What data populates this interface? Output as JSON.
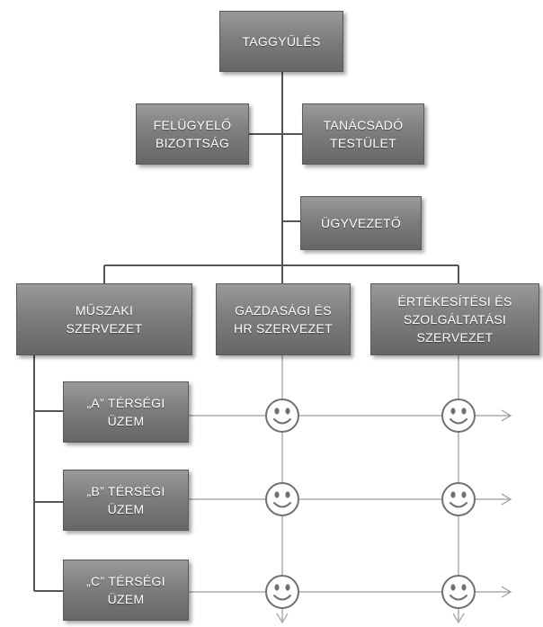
{
  "org_chart": {
    "top": {
      "lines": [
        "TAGGYŰLÉS"
      ]
    },
    "supervisory": {
      "lines": [
        "FELÜGYELŐ",
        "BIZOTTSÁG"
      ]
    },
    "advisory": {
      "lines": [
        "TANÁCSADÓ",
        "TESTÜLET"
      ]
    },
    "manager": {
      "lines": [
        "ÜGYVEZETŐ"
      ]
    },
    "divisions": [
      {
        "lines": [
          "MŰSZAKI",
          "SZERVEZET"
        ]
      },
      {
        "lines": [
          "GAZDASÁGI ÉS",
          "HR SZERVEZET"
        ]
      },
      {
        "lines": [
          "ÉRTÉKESÍTÉSI ÉS",
          "SZOLGÁLTATÁSI",
          "SZERVEZET"
        ]
      }
    ],
    "plants": [
      {
        "lines": [
          "„A” TÉRSÉGI",
          "ÜZEM"
        ]
      },
      {
        "lines": [
          "„B” TÉRSÉGI",
          "ÜZEM"
        ]
      },
      {
        "lines": [
          "„C” TÉRSÉGI",
          "ÜZEM"
        ]
      }
    ]
  },
  "style": {
    "box_fill": "#7e7e7e",
    "box_text": "#ffffff",
    "connector": "#555555",
    "matrix_line": "#9a9a9a",
    "smiley_fill": "#ffffff",
    "smiley_stroke": "#707070",
    "icon": "smiley-face-icon"
  }
}
